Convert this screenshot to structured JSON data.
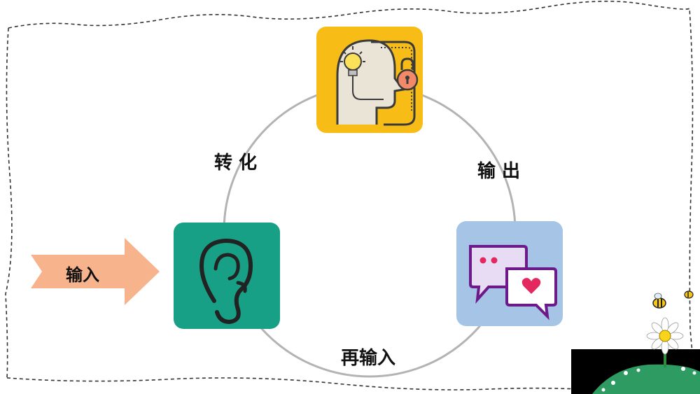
{
  "cycle": {
    "label_transform": "转 化",
    "label_output": "输 出",
    "label_reinput": "再输入"
  },
  "input_arrow": {
    "label": "输入"
  },
  "colors": {
    "ring": "#b3b3b3",
    "head_tile": "#f7bd16",
    "ear_tile": "#17a086",
    "chat_tile": "#a6c4e6",
    "arrow": "#f7b48c",
    "chat_outline": "#6c1a8a",
    "heart": "#e2285f"
  },
  "icons": {
    "head": "head-with-lightbulb-and-lock-icon",
    "ear": "ear-icon",
    "chat": "chat-bubbles-icon"
  }
}
